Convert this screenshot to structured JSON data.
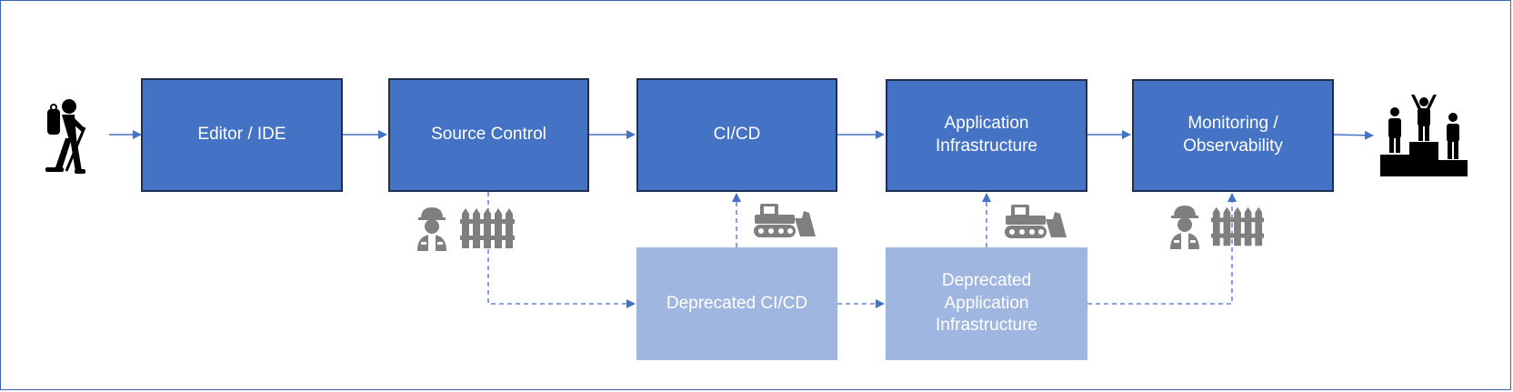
{
  "colors": {
    "primary_box": "#4472c4",
    "deprecated_box": "#9fb6e1",
    "arrow": "#4472c4",
    "icon_gray": "#7f7f7f",
    "icon_black": "#000000"
  },
  "stages": [
    {
      "label": "Editor / IDE"
    },
    {
      "label": "Source Control"
    },
    {
      "label": "CI/CD"
    },
    {
      "label": "Application\nInfrastructure"
    },
    {
      "label": "Monitoring /\nObservability"
    }
  ],
  "deprecated": [
    {
      "label": "Deprecated CI/CD"
    },
    {
      "label": "Deprecated\nApplication\nInfrastructure"
    }
  ],
  "icons": {
    "start": "hiker-icon",
    "end": "podium-winners-icon",
    "worker": "construction-worker-icon",
    "fence": "fence-icon",
    "bulldozer": "bulldozer-icon"
  }
}
